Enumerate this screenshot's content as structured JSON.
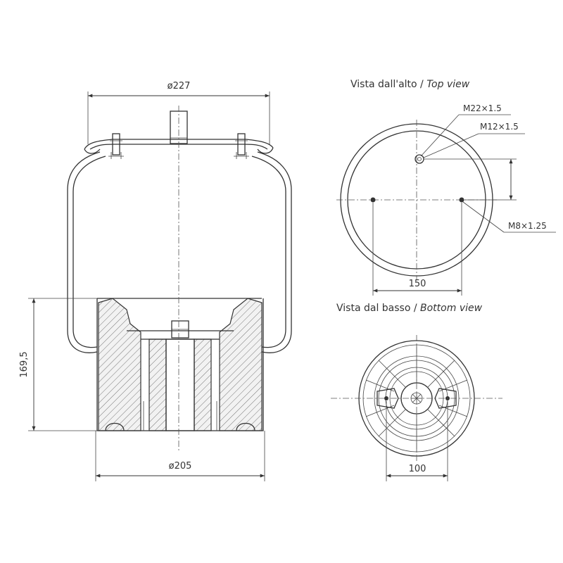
{
  "side_view": {
    "top_diameter": "ø227",
    "bottom_diameter": "ø205",
    "height": "169,5"
  },
  "top_view": {
    "title_it": "Vista dall'alto / ",
    "title_en": "Top view",
    "thread_large": "M22×1.5",
    "thread_small": "M12×1.5",
    "thread_bolt": "M8×1.25",
    "bolt_spacing": "150"
  },
  "bottom_view": {
    "title_it": "Vista dal basso / ",
    "title_en": "Bottom view",
    "bolt_spacing": "100"
  }
}
